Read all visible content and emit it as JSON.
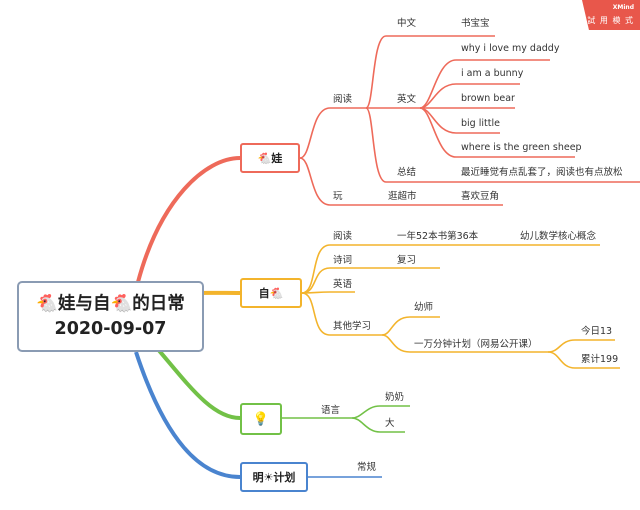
{
  "root": {
    "line1": "🐔娃与自🐔的日常",
    "line2": "2020-09-07"
  },
  "branches": {
    "wa": {
      "label": "🐔娃",
      "color": "#ee6a5a",
      "reading": {
        "label": "阅读",
        "chinese": {
          "label": "中文",
          "book": "书宝宝"
        },
        "english": {
          "label": "英文",
          "books": [
            "why i love my daddy",
            "i am a bunny",
            "brown bear",
            "big little",
            "where is the green sheep"
          ]
        },
        "summary": {
          "label": "总结",
          "text": "最近睡觉有点乱套了，阅读也有点放松"
        }
      },
      "play": {
        "label": "玩",
        "place": "逛超市",
        "note": "喜欢豆角"
      }
    },
    "zi": {
      "label": "自🐔",
      "color": "#f3b42c",
      "reading": {
        "label": "阅读",
        "progress": "一年52本书第36本",
        "book": "幼儿数学核心概念"
      },
      "poetry": {
        "label": "诗词",
        "note": "复习"
      },
      "english": {
        "label": "英语"
      },
      "other": {
        "label": "其他学习",
        "items": [
          "幼师",
          "一万分钟计划（网易公开课）"
        ],
        "today": "今日13",
        "total": "累计199"
      }
    },
    "idea": {
      "icon": "lightbulb-icon",
      "color": "#72c147",
      "language": {
        "label": "语言",
        "items": [
          "奶奶",
          "大"
        ]
      }
    },
    "plan": {
      "label": "明☀计划",
      "color": "#4a84cf",
      "routine": "常规"
    }
  },
  "watermark": {
    "brand": "XMind",
    "mode": "試 用 模 式"
  }
}
